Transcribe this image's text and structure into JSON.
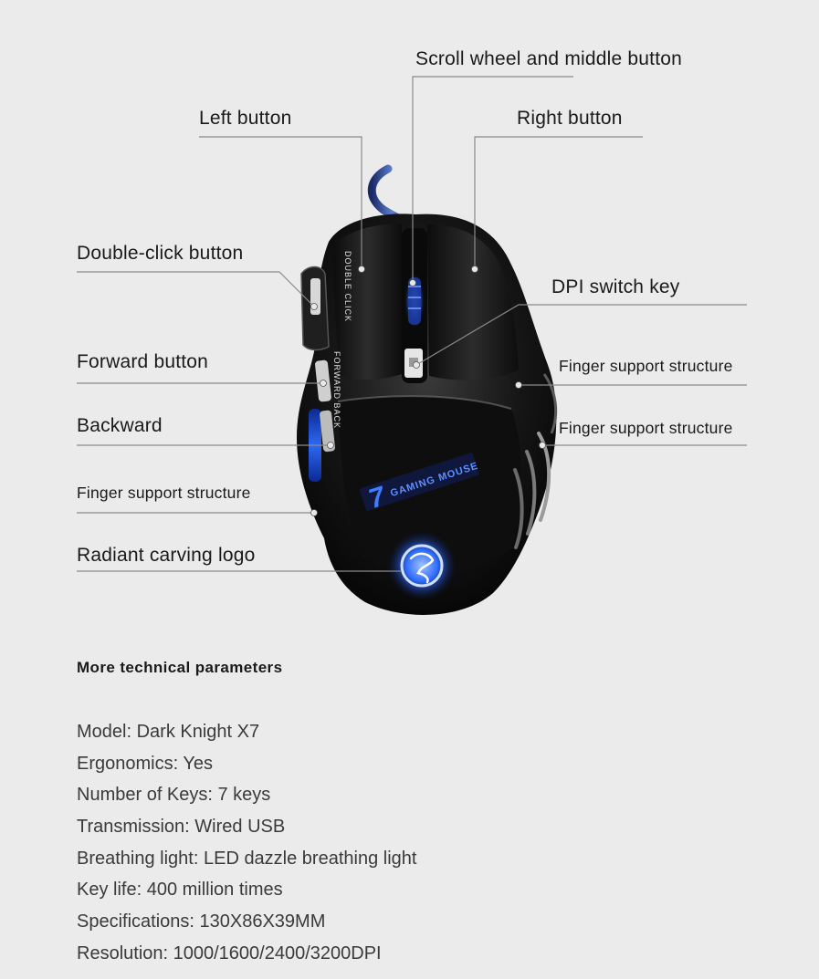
{
  "callouts": {
    "scroll_wheel": "Scroll wheel and middle button",
    "left_button": "Left button",
    "right_button": "Right button",
    "double_click": "Double-click button",
    "dpi_switch": "DPI switch key",
    "forward_button": "Forward button",
    "finger_support_right_1": "Finger support structure",
    "backward": "Backward",
    "finger_support_right_2": "Finger support structure",
    "finger_support_left": "Finger support structure",
    "radiant_logo": "Radiant carving logo"
  },
  "mouse_print": {
    "double_click": "DOUBLE CLICK",
    "forward_back": "FORWARD BACK",
    "badge_number": "7",
    "badge_text": "GAMING MOUSE"
  },
  "section_title": "More technical parameters",
  "specs": [
    "Model: Dark Knight X7",
    "Ergonomics: Yes",
    "Number of Keys: 7 keys",
    "Transmission: Wired USB",
    "Breathing light: LED dazzle breathing light",
    "Key life: 400 million times",
    "Specifications: 130X86X39MM",
    "Resolution: 1000/1600/2400/3200DPI"
  ],
  "colors": {
    "background": "#ebebeb",
    "mouse_body": "#121212",
    "led_glow": "#2f6dff",
    "text": "#1a1a1a"
  }
}
